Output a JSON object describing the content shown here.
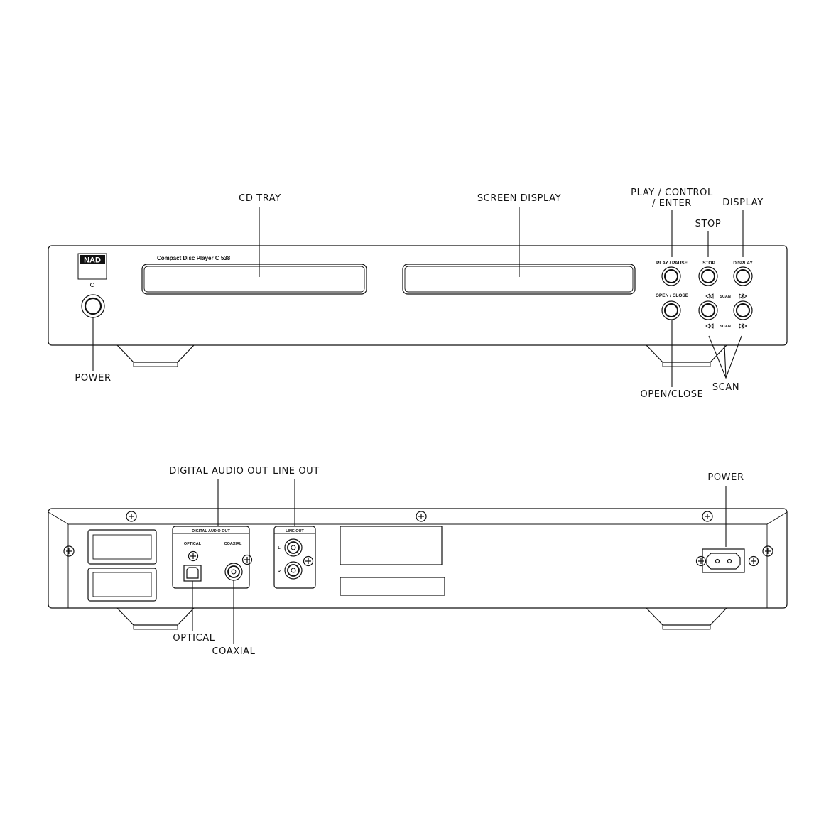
{
  "front": {
    "callouts": {
      "cd_tray": "CD TRAY",
      "screen_display": "SCREEN DISPLAY",
      "play_control_line1": "PLAY / CONTROL",
      "play_control_line2": "/ ENTER",
      "stop": "STOP",
      "display": "DISPLAY",
      "power": "POWER",
      "open_close": "OPEN/CLOSE",
      "scan": "SCAN"
    },
    "panel": {
      "logo": "NAD",
      "model": "Compact Disc Player C 538",
      "play_pause": "PLAY / PAUSE",
      "stop": "STOP",
      "display": "DISPLAY",
      "open_close": "OPEN / CLOSE",
      "scan": "SCAN"
    }
  },
  "rear": {
    "callouts": {
      "digital_audio_out": "DIGITAL AUDIO OUT",
      "line_out": "LINE OUT",
      "power": "POWER",
      "optical": "OPTICAL",
      "coaxial": "COAXIAL"
    },
    "panel": {
      "digital_audio_out": "DIGITAL AUDIO OUT",
      "optical": "OPTICAL",
      "coaxial": "COAXIAL",
      "line_out": "LINE OUT",
      "left": "L",
      "right": "R"
    }
  }
}
